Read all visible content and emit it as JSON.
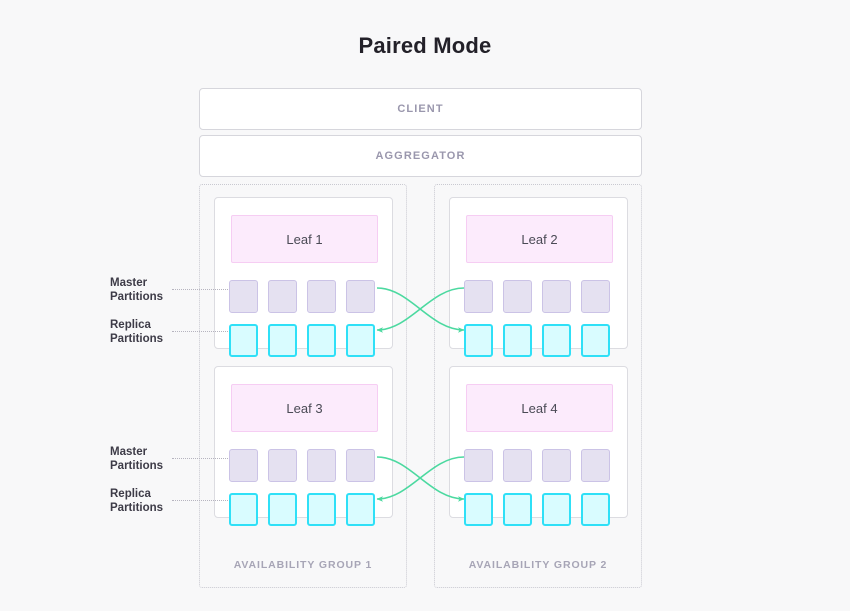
{
  "page": {
    "title": "Paired Mode",
    "background": "#f8f8f9"
  },
  "colors": {
    "accent_green": "#4cd9a0",
    "master_fill": "#e5e1f1",
    "master_border": "#cbc3e6",
    "replica_fill": "#d9fcff",
    "replica_border": "#2fe0f7",
    "leaf_fill": "#fcebfc",
    "leaf_border": "#f6cdf3",
    "bar_text": "#9a97ad",
    "group_label": "#a7a5b6",
    "title_text": "#232129"
  },
  "bars": [
    {
      "id": "client",
      "label": "CLIENT"
    },
    {
      "id": "aggregator",
      "label": "AGGREGATOR"
    }
  ],
  "side_labels": [
    {
      "id": "master-top",
      "line1": "Master",
      "line2": "Partitions"
    },
    {
      "id": "replica-top",
      "line1": "Replica",
      "line2": "Partitions"
    },
    {
      "id": "master-bottom",
      "line1": "Master",
      "line2": "Partitions"
    },
    {
      "id": "replica-bottom",
      "line1": "Replica",
      "line2": "Partitions"
    }
  ],
  "groups": [
    {
      "id": "ag1",
      "label": "AVAILABILITY GROUP 1",
      "leaves": [
        {
          "id": "leaf1",
          "label": "Leaf 1",
          "master_count": 4,
          "replica_count": 4
        },
        {
          "id": "leaf3",
          "label": "Leaf 3",
          "master_count": 4,
          "replica_count": 4
        }
      ]
    },
    {
      "id": "ag2",
      "label": "AVAILABILITY GROUP 2",
      "leaves": [
        {
          "id": "leaf2",
          "label": "Leaf 2",
          "master_count": 4,
          "replica_count": 4
        },
        {
          "id": "leaf4",
          "label": "Leaf 4",
          "master_count": 4,
          "replica_count": 4
        }
      ]
    }
  ],
  "replication_links": [
    {
      "id": "link-top-l2r",
      "from": "leaf1-master",
      "to": "leaf2-replica"
    },
    {
      "id": "link-top-r2l",
      "from": "leaf2-master",
      "to": "leaf1-replica"
    },
    {
      "id": "link-bottom-l2r",
      "from": "leaf3-master",
      "to": "leaf4-replica"
    },
    {
      "id": "link-bottom-r2l",
      "from": "leaf4-master",
      "to": "leaf3-replica"
    }
  ]
}
